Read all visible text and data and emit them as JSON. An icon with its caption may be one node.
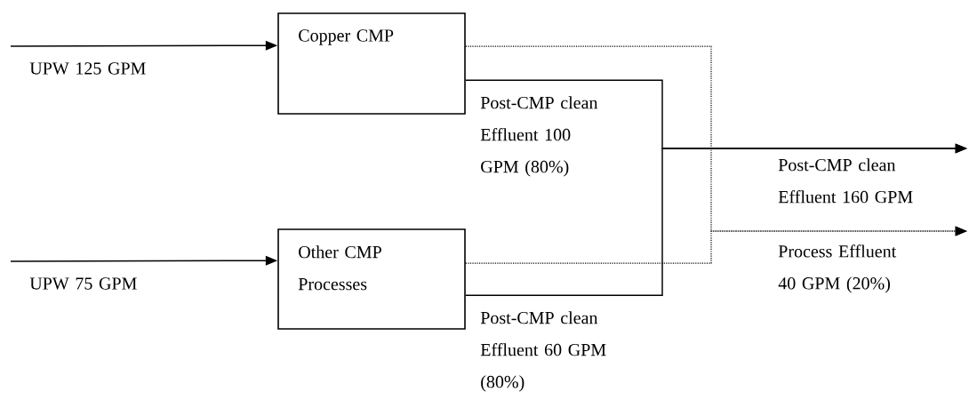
{
  "diagram": {
    "nodes": [
      {
        "text": [
          "Copper CMP"
        ]
      },
      {
        "text": [
          "Other CMP Processes"
        ]
      }
    ],
    "edges": [
      {
        "from": null,
        "to": 0,
        "arrow": "to",
        "label": "UPW 125 GPM"
      },
      {
        "from": null,
        "to": 1,
        "arrow": "to",
        "label": "UPW 75 GPM"
      },
      {
        "from": 0,
        "to": null,
        "arrow": "to",
        "label": "Post-CMP clean Effluent 100 GPM (80%)"
      },
      {
        "from": 1,
        "to": null,
        "arrow": "to",
        "label": "Post-CMP clean Effluent 60 GPM (80%)"
      },
      {
        "from": 0,
        "to": null,
        "arrow": "to",
        "style": "dashed"
      },
      {
        "from": 1,
        "to": null,
        "arrow": "to",
        "style": "dashed"
      }
    ],
    "labels": [
      "Post-CMP clean Effluent 160 GPM",
      "Process Effluent 40 GPM (20%)"
    ]
  }
}
